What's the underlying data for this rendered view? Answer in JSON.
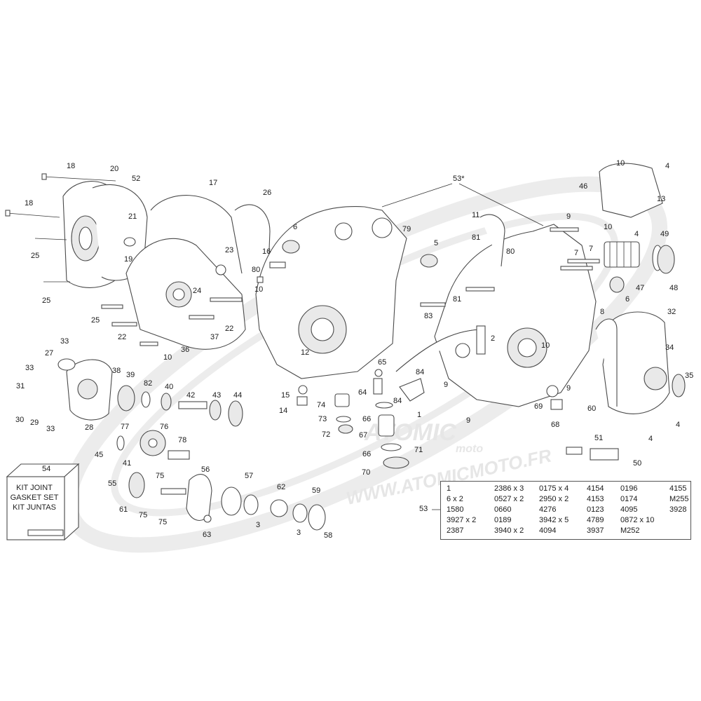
{
  "watermark": {
    "brand": "ATOMIC",
    "brand_sub": "moto",
    "url": "WWW.ATOMICMOTO.FR"
  },
  "kit_box": {
    "number": "54",
    "lines": [
      "KIT JOINT",
      "GASKET SET",
      "KIT JUNTAS"
    ]
  },
  "parts_table": {
    "ref": "53",
    "cells": [
      [
        "1",
        "6      x 2",
        "1580",
        "3927 x 2",
        "2387"
      ],
      [
        "2386 x 3",
        "0527 x 2",
        "0660",
        "0189",
        "3940 x 2"
      ],
      [
        "0175 x 4",
        "2950 x 2",
        "4276",
        "3942 x 5",
        "4094"
      ],
      [
        "4154",
        "4153",
        "0123",
        "4789",
        "3937"
      ],
      [
        "0196",
        "0174",
        "4095",
        "0872 x 10",
        "M252"
      ],
      [
        "4155",
        "M255",
        "3928",
        "",
        ""
      ]
    ]
  },
  "callouts": [
    "18",
    "20",
    "52",
    "18",
    "21",
    "19",
    "25",
    "25",
    "25",
    "22",
    "17",
    "26",
    "23",
    "24",
    "22",
    "37",
    "36",
    "10",
    "10",
    "6",
    "16",
    "80",
    "12",
    "53*",
    "79",
    "5",
    "11",
    "81",
    "80",
    "9",
    "7",
    "7",
    "6",
    "46",
    "10",
    "4",
    "13",
    "10",
    "4",
    "49",
    "47",
    "48",
    "81",
    "83",
    "2",
    "10",
    "8",
    "32",
    "34",
    "35",
    "9",
    "9",
    "9",
    "84",
    "1",
    "84",
    "65",
    "64",
    "67",
    "66",
    "66",
    "71",
    "70",
    "74",
    "73",
    "72",
    "15",
    "14",
    "69",
    "68",
    "60",
    "4",
    "4",
    "50",
    "51",
    "33",
    "27",
    "33",
    "31",
    "30",
    "29",
    "33",
    "28",
    "38",
    "39",
    "82",
    "40",
    "42",
    "43",
    "44",
    "77",
    "76",
    "78",
    "45",
    "41",
    "55",
    "61",
    "75",
    "75",
    "75",
    "56",
    "63",
    "57",
    "3",
    "62",
    "3",
    "59",
    "58"
  ]
}
